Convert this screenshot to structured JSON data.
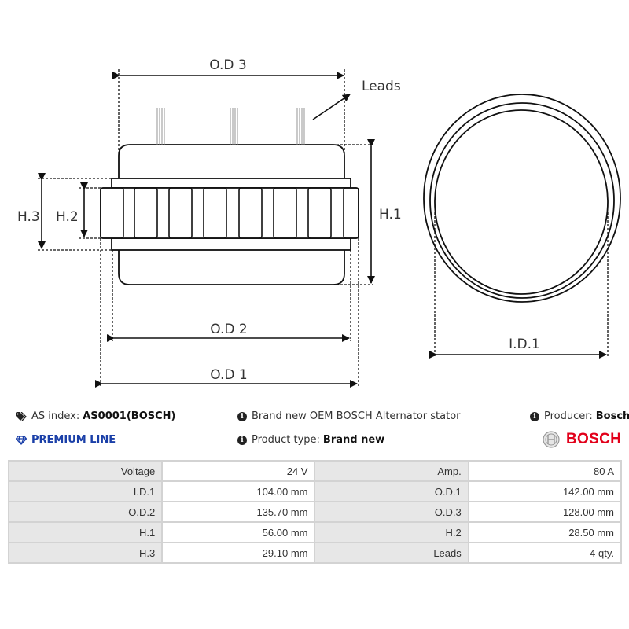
{
  "diagram": {
    "labels": {
      "od3": "O.D 3",
      "od2": "O.D 2",
      "od1": "O.D 1",
      "h1": "H.1",
      "h2": "H.2",
      "h3": "H.3",
      "id1": "I.D.1",
      "leads": "Leads"
    }
  },
  "info": {
    "as_index_label": "AS index:",
    "as_index_value": "AS0001(BOSCH)",
    "description": "Brand new OEM BOSCH Alternator stator",
    "producer_label": "Producer:",
    "producer_value": "Bosch",
    "premium_line": "PREMIUM LINE",
    "product_type_label": "Product type:",
    "product_type_value": "Brand new",
    "brand_logo_text": "BOSCH",
    "colors": {
      "premium": "#1a3fa8",
      "brand": "#e2001a"
    }
  },
  "specs": {
    "rows": [
      {
        "l1": "Voltage",
        "v1": "24 V",
        "l2": "Amp.",
        "v2": "80 A"
      },
      {
        "l1": "I.D.1",
        "v1": "104.00 mm",
        "l2": "O.D.1",
        "v2": "142.00 mm"
      },
      {
        "l1": "O.D.2",
        "v1": "135.70 mm",
        "l2": "O.D.3",
        "v2": "128.00 mm"
      },
      {
        "l1": "H.1",
        "v1": "56.00 mm",
        "l2": "H.2",
        "v2": "28.50 mm"
      },
      {
        "l1": "H.3",
        "v1": "29.10 mm",
        "l2": "Leads",
        "v2": "4 qty."
      }
    ]
  }
}
